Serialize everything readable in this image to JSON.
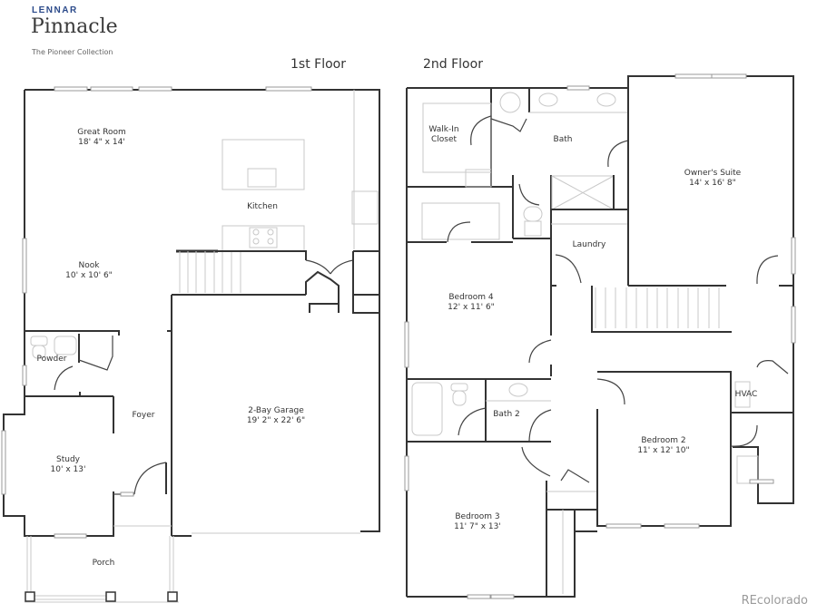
{
  "header": {
    "brand": "LENNAR",
    "model": "Pinnacle",
    "collection": "The Pioneer Collection"
  },
  "floors": {
    "first": {
      "title": "1st Floor",
      "rooms": {
        "great_room": {
          "name": "Great Room",
          "size": "18' 4\" x 14'"
        },
        "kitchen": {
          "name": "Kitchen"
        },
        "nook": {
          "name": "Nook",
          "size": "10' x 10' 6\""
        },
        "powder": {
          "name": "Powder"
        },
        "foyer": {
          "name": "Foyer"
        },
        "study": {
          "name": "Study",
          "size": "10' x 13'"
        },
        "garage": {
          "name": "2-Bay Garage",
          "size": "19' 2\" x 22' 6\""
        },
        "porch": {
          "name": "Porch"
        }
      }
    },
    "second": {
      "title": "2nd Floor",
      "rooms": {
        "walk_in_closet": {
          "name": "Walk-In Closet"
        },
        "bath": {
          "name": "Bath"
        },
        "owners_suite": {
          "name": "Owner's Suite",
          "size": "14' x 16' 8\""
        },
        "laundry": {
          "name": "Laundry"
        },
        "bedroom4": {
          "name": "Bedroom 4",
          "size": "12' x 11' 6\""
        },
        "hvac": {
          "name": "HVAC"
        },
        "bath2": {
          "name": "Bath 2"
        },
        "bedroom2": {
          "name": "Bedroom 2",
          "size": "11' x 12' 10\""
        },
        "bedroom3": {
          "name": "Bedroom 3",
          "size": "11' 7\" x 13'"
        }
      }
    }
  },
  "watermark": "REcolorado"
}
